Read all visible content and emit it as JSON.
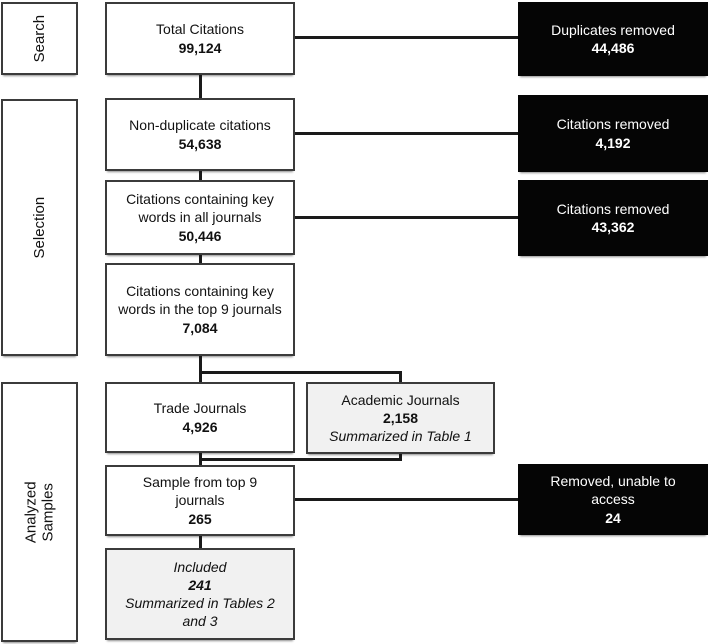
{
  "stages": {
    "search": "Search",
    "selection": "Selection",
    "analyzed_samples": "Analyzed Samples"
  },
  "nodes": {
    "total_citations": {
      "label": "Total Citations",
      "value": "99,124"
    },
    "non_duplicate": {
      "label": "Non-duplicate citations",
      "value": "54,638"
    },
    "keywords_all_journals": {
      "label": "Citations containing key words in all journals",
      "value": "50,446"
    },
    "keywords_top9_journals": {
      "label": "Citations containing key words in the top 9 journals",
      "value": "7,084"
    },
    "trade_journals": {
      "label": "Trade Journals",
      "value": "4,926"
    },
    "academic_journals": {
      "label": "Academic Journals",
      "value": "2,158",
      "note": "Summarized in Table 1"
    },
    "sample_top9": {
      "label": "Sample from top 9 journals",
      "value": "265"
    },
    "included": {
      "label": "Included",
      "value": "241",
      "note": "Summarized in Tables 2 and 3"
    }
  },
  "removed_nodes": {
    "duplicates": {
      "label": "Duplicates removed",
      "value": "44,486"
    },
    "citations_1": {
      "label": "Citations removed",
      "value": "4,192"
    },
    "citations_2": {
      "label": "Citations removed",
      "value": "43,362"
    },
    "unable_access": {
      "label": "Removed, unable to access",
      "value": "24"
    }
  },
  "colors": {
    "removed_box_bg": "#000000",
    "removed_box_text": "#ffffff",
    "summary_box_bg": "#f1f1f1",
    "box_border": "#3b3b3b",
    "connector": "#1a1a1a"
  }
}
